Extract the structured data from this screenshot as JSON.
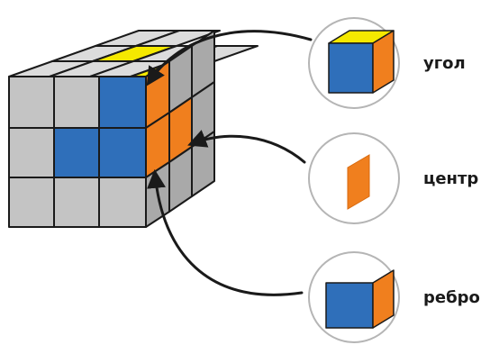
{
  "colors": {
    "blue": "#2f6fba",
    "orange": "#f07f1e",
    "yellow": "#f5e900",
    "grey_front": "#c4c4c4",
    "grey_top": "#dcdcdc",
    "grey_side": "#a9a9a9",
    "outline": "#1a1a1a",
    "circle_stroke": "#b5b5b5"
  },
  "callouts": [
    {
      "key": "corner",
      "label": "угол",
      "icon": "corner-piece-icon",
      "faces": [
        "blue",
        "orange",
        "yellow"
      ]
    },
    {
      "key": "center",
      "label": "центр",
      "icon": "center-piece-icon",
      "faces": [
        "orange"
      ]
    },
    {
      "key": "edge",
      "label": "ребро",
      "icon": "edge-piece-icon",
      "faces": [
        "blue",
        "orange"
      ]
    }
  ]
}
